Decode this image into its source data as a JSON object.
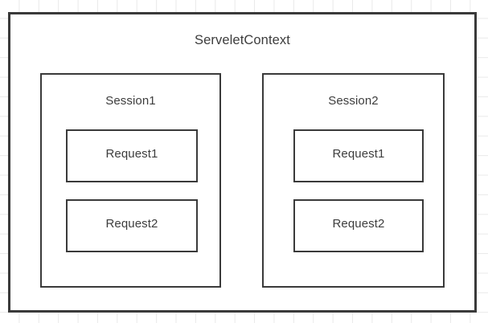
{
  "diagram": {
    "title": "ServeletContext",
    "background": {
      "grid": true,
      "grid_color": "#e9e9e9",
      "page_color": "#ffffff"
    },
    "stroke_color": "#3a3a3a",
    "text_color": "#3d3d3d",
    "containers": [
      {
        "label": "Session1",
        "children": [
          {
            "label": "Request1"
          },
          {
            "label": "Request2"
          }
        ]
      },
      {
        "label": "Session2",
        "children": [
          {
            "label": "Request1"
          },
          {
            "label": "Request2"
          }
        ]
      }
    ]
  }
}
